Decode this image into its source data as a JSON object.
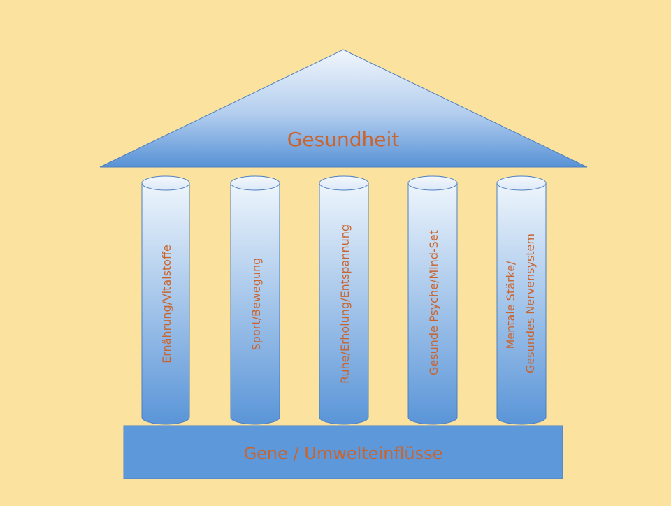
{
  "roof": {
    "label": "Gesundheit"
  },
  "pillars": [
    {
      "lines": [
        "Ernährung/Vitalstoffe"
      ]
    },
    {
      "lines": [
        "Sport/Bewegung"
      ]
    },
    {
      "lines": [
        "Ruhe/Erholung/Entspannung"
      ]
    },
    {
      "lines": [
        "Gesunde Psyche/Mind-Set"
      ]
    },
    {
      "lines": [
        "Mentale Stärke/",
        "Gesundes Nervensystem"
      ]
    }
  ],
  "foundation": {
    "label": "Gene / Umwelteinflüsse"
  },
  "colors": {
    "background": "#fbe39f",
    "text": "#c9642e",
    "fill_light": "#eef5fc",
    "fill_dark": "#5792d6",
    "stroke": "#4d7fbf"
  }
}
